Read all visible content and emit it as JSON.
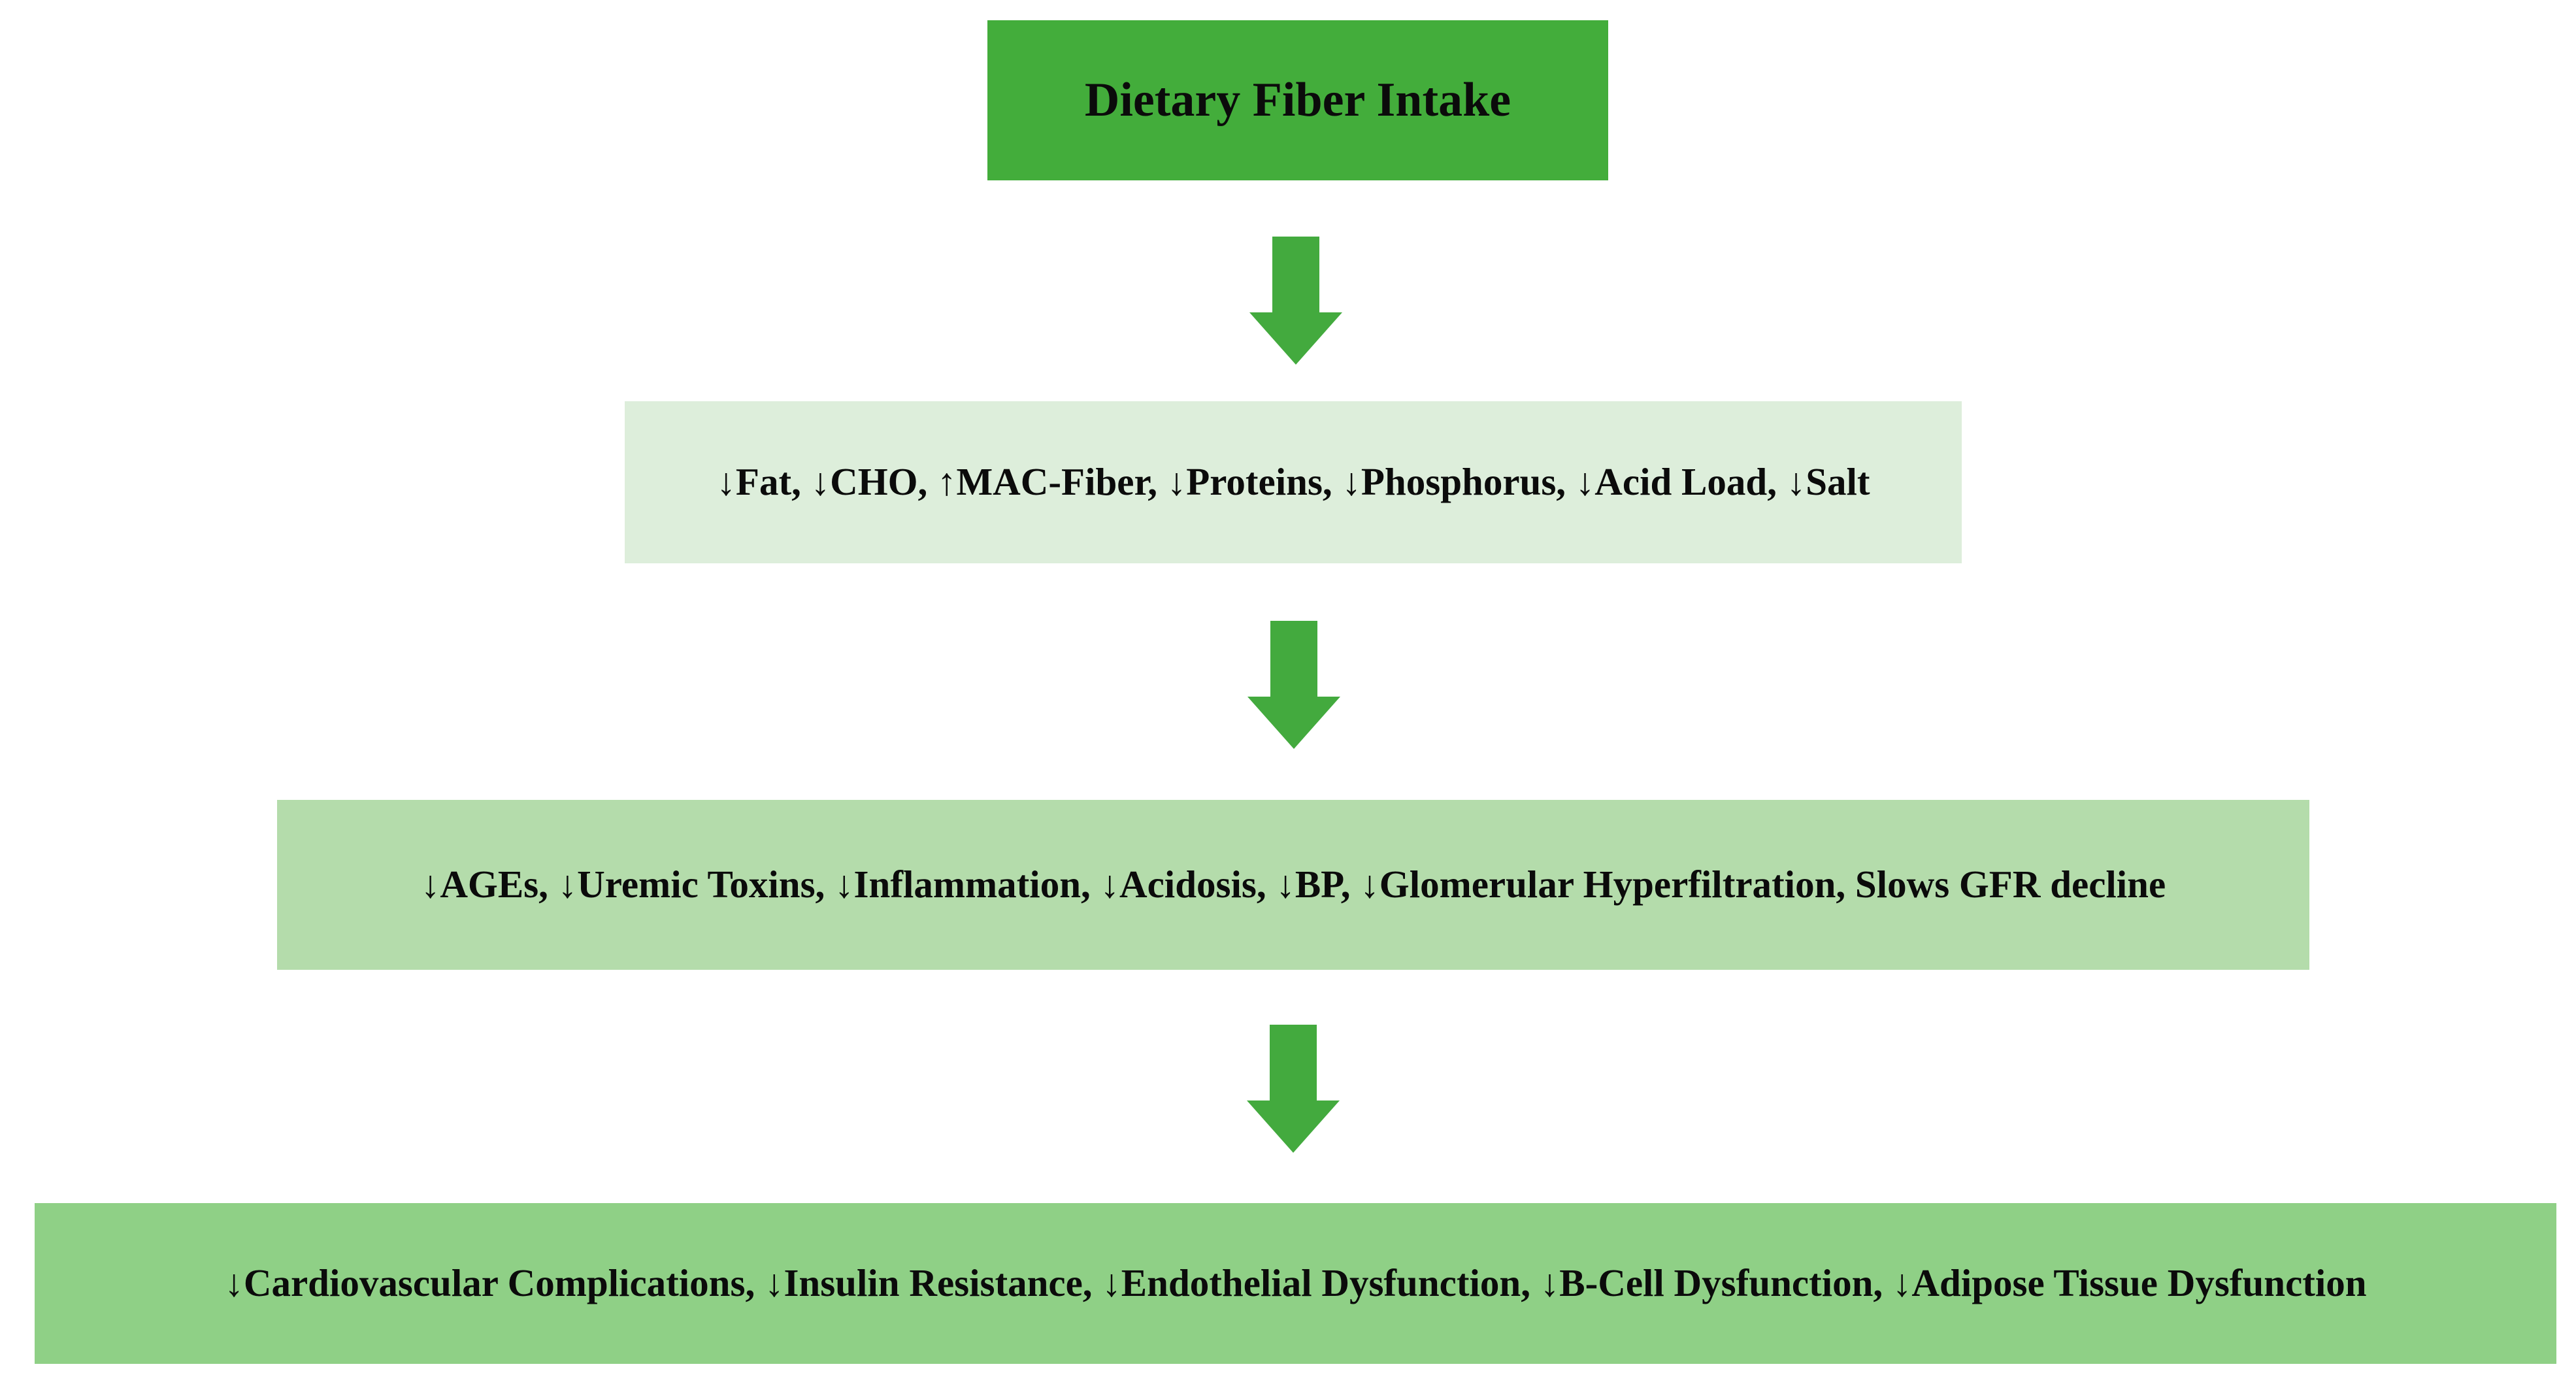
{
  "flowchart": {
    "header": "Dietary Fiber Intake",
    "connector": "down-arrow",
    "levels": [
      {
        "name": "dietary-modifications",
        "text": "↓Fat, ↓CHO, ↑MAC-Fiber, ↓Proteins, ↓Phosphorus, ↓Acid Load, ↓Salt"
      },
      {
        "name": "renal-metabolic-effects",
        "text": "↓AGEs, ↓Uremic Toxins, ↓Inflammation, ↓Acidosis, ↓BP, ↓Glomerular Hyperfiltration, Slows GFR decline"
      },
      {
        "name": "systemic-outcomes",
        "text": "↓Cardiovascular Complications, ↓Insulin Resistance, ↓Endothelial Dysfunction, ↓B-Cell Dysfunction, ↓Adipose Tissue Dysfunction"
      }
    ]
  },
  "theme": {
    "page_bg": "#ffffff",
    "header_bg": "#43ad3b",
    "arrow_color": "#43aa3e",
    "level1_bg": "#ddeedb",
    "level2_bg": "#b4dcab",
    "level3_bg": "#8fd086",
    "text_color": "#0b0b0b"
  }
}
